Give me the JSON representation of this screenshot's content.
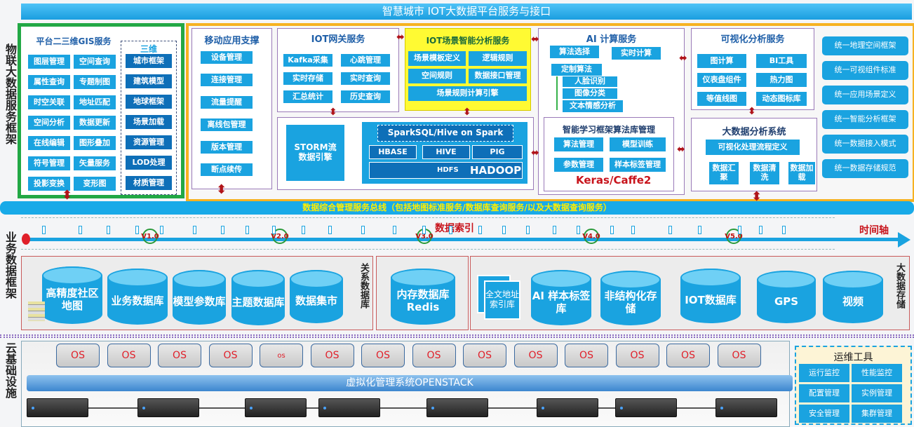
{
  "title": "智慧城市 IOT大数据平台服务与接口",
  "side_labels": {
    "iot": "物联大数据服务框架",
    "biz": "业务数据框架",
    "cloud": "云基础设施"
  },
  "gis": {
    "title": "平台二三维GIS服务",
    "items": [
      "图层管理",
      "空间查询",
      "属性查询",
      "专题制图",
      "时空关联",
      "地址匹配",
      "空间分析",
      "数据更新",
      "在线编辑",
      "图形叠加",
      "符号管理",
      "矢量服务",
      "投影变换",
      "变形图"
    ],
    "three_d_title": "三维",
    "three_d": [
      "城市框架",
      "建筑模型",
      "地球框架",
      "场景加载",
      "资源管理",
      "LOD处理",
      "材质管理"
    ]
  },
  "mobile": {
    "title": "移动应用支撑",
    "items": [
      "设备管理",
      "连接管理",
      "流量提醒",
      "离线包管理",
      "版本管理",
      "断点续传"
    ]
  },
  "gateway": {
    "title": "IOT网关服务",
    "items": [
      "Kafka采集",
      "心跳管理",
      "实时存储",
      "实时查询",
      "汇总统计",
      "历史查询"
    ]
  },
  "scene": {
    "title": "IOT场景智能分析服务",
    "items": [
      "场景模板定义",
      "逻辑规则",
      "空间规则",
      "数据接口管理",
      "场景规则计算引擎"
    ]
  },
  "engine": {
    "storm": "STORM流数据引擎",
    "spark": "SparkSQL/Hive on Spark",
    "hbase": "HBASE",
    "hive": "HIVE",
    "pig": "PIG",
    "hdfs": "HDFS",
    "hadoop": "HADOOP"
  },
  "ai": {
    "title": "AI 计算服务",
    "items": [
      "算法选择",
      "实时计算",
      "定制算法",
      "人脸识别",
      "图像分类",
      "文本情感分析"
    ]
  },
  "ml": {
    "title": "智能学习框架算法库管理",
    "items": [
      "算法管理",
      "模型训练",
      "参数管理",
      "样本标签管理"
    ],
    "framework": "Keras/Caffe2"
  },
  "vis": {
    "title": "可视化分析服务",
    "items": [
      "图计算",
      "BI工具",
      "仪表盘组件",
      "热力图",
      "等值线图",
      "动态图标库"
    ]
  },
  "bigdata": {
    "title": "大数据分析系统",
    "flow": "可视化处理流程定义",
    "steps": [
      "数据汇聚",
      "数据清洗",
      "数据加载"
    ]
  },
  "standards": [
    "统一地理空间框架",
    "统一可视组件标准",
    "统一应用场景定义",
    "统一智能分析框架",
    "统一数据接入模式",
    "统一数据存储规范"
  ],
  "bus": "数据综合管理服务总线（包括地图标准服务/数据库查询服务/以及大数据查询服务）",
  "timeline": {
    "index_label": "数据索引",
    "axis_label": "时间轴",
    "versions": [
      "V1.0",
      "V2.0",
      "V3.0",
      "V4.0",
      "V5.0"
    ]
  },
  "relational": {
    "label": "关系数据库",
    "dbs": [
      "高精度社区地图",
      "业务数据库",
      "模型参数库",
      "主题数据库",
      "数据集市"
    ]
  },
  "redis": "内存数据库Redis",
  "bigstore": {
    "label": "大数据存储",
    "index": "全文地址索引库",
    "dbs": [
      "AI 样本标签库",
      "非结构化存储",
      "IOT数据库",
      "GPS",
      "视频"
    ]
  },
  "os_labels": [
    "OS",
    "OS",
    "OS",
    "OS",
    "os",
    "OS",
    "OS",
    "OS",
    "OS",
    "OS",
    "OS",
    "OS",
    "OS",
    "OS"
  ],
  "openstack": "虚拟化管理系统OPENSTACK",
  "ops": {
    "title": "运维工具",
    "items": [
      "运行监控",
      "性能监控",
      "配置管理",
      "实例管理",
      "安全管理",
      "集群管理"
    ]
  }
}
